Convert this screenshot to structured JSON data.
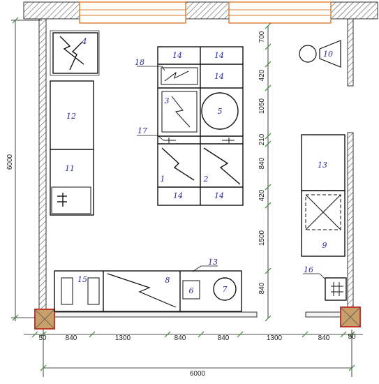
{
  "plan": {
    "overall_width_label": "6000",
    "overall_height_label": "6000",
    "bottom_segments": [
      "50",
      "840",
      "1300",
      "840",
      "840",
      "1300",
      "840",
      "50"
    ],
    "right_segments": [
      "700",
      "420",
      "1050",
      "210",
      "840",
      "420",
      "1500",
      "840"
    ],
    "equipment_numbers": [
      "1",
      "2",
      "3",
      "4",
      "5",
      "6",
      "7",
      "8",
      "9",
      "10",
      "11",
      "12",
      "13",
      "14",
      "15",
      "16",
      "17",
      "18"
    ],
    "labels": {
      "n14a": "14",
      "n14b": "14",
      "n14c": "14",
      "n14d": "14",
      "n14e": "14",
      "n13a": "13",
      "n13b": "13"
    }
  },
  "colors": {
    "wall": "#555555",
    "window": "#e07a2a",
    "column_fill": "#c9a06a",
    "column_border": "#c0392b",
    "number": "#2a2a9a",
    "dimension": "#3a8a3a"
  }
}
